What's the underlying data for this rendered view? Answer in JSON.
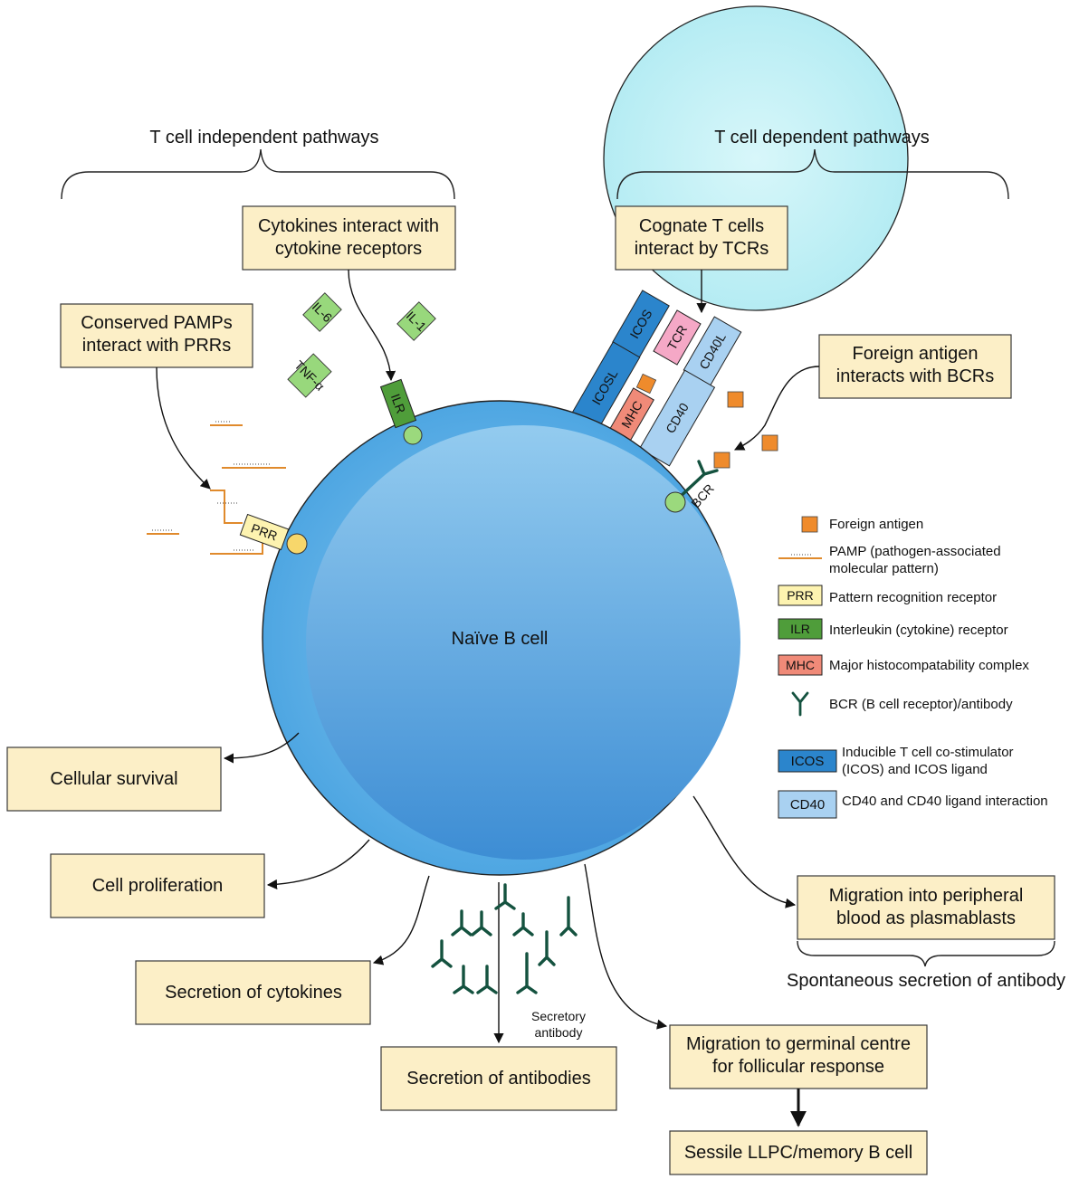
{
  "headers": {
    "independent": "T cell independent pathways",
    "dependent": "T cell dependent pathways"
  },
  "boxes": {
    "cytokines": [
      "Cytokines interact with",
      "cytokine receptors"
    ],
    "cognate": [
      "Cognate T cells",
      "interact by TCRs"
    ],
    "pamps": [
      "Conserved PAMPs",
      "interact with PRRs"
    ],
    "foreign": [
      "Foreign antigen",
      "interacts with BCRs"
    ],
    "survival": "Cellular survival",
    "proliferation": "Cell proliferation",
    "cytokine_secretion": "Secretion of cytokines",
    "antibody_secretion": "Secretion of antibodies",
    "migration_blood": [
      "Migration into peripheral",
      "blood as plasmablasts"
    ],
    "germinal": [
      "Migration to germinal centre",
      "for follicular response"
    ],
    "llpc": "Sessile LLPC/memory B cell"
  },
  "labels": {
    "b_cell": "Naïve B cell",
    "spontaneous": "Spontaneous secretion of antibody",
    "secretory": [
      "Secretory",
      "antibody"
    ]
  },
  "receptors": {
    "icos": "ICOS",
    "tcr": "TCR",
    "cd40l": "CD40L",
    "icosl": "ICOSL",
    "mhc": "MHC",
    "cd40": "CD40",
    "ilr": "ILR",
    "prr": "PRR",
    "bcr": "BCR"
  },
  "cytokines": {
    "il6": "IL-6",
    "il1": "IL-1",
    "tnf": "TNF-α"
  },
  "legend": [
    {
      "swatch": "square",
      "text": [
        "Foreign antigen"
      ]
    },
    {
      "swatch": "pamp",
      "text": [
        "PAMP (pathogen-associated",
        "molecular pattern)"
      ]
    },
    {
      "swatch": "PRR",
      "text": [
        "Pattern recognition receptor"
      ]
    },
    {
      "swatch": "ILR",
      "text": [
        "Interleukin (cytokine) receptor"
      ]
    },
    {
      "swatch": "MHC",
      "text": [
        "Major histocompatability complex"
      ]
    },
    {
      "swatch": "antibody",
      "text": [
        "BCR (B cell receptor)/antibody"
      ]
    },
    {
      "swatch": "ICOS",
      "text": [
        "Inducible T cell co-stimulator",
        "(ICOS) and ICOS ligand"
      ]
    },
    {
      "swatch": "CD40",
      "text": [
        "CD40 and CD40 ligand interaction"
      ]
    }
  ],
  "colors": {
    "box_fill": "#fcefc7",
    "antigen": "#ef8b2c",
    "prr": "#fdf3b0",
    "ilr": "#4f9d3a",
    "cytokine": "#98d87c",
    "mhc": "#f08a78",
    "tcr": "#f5a8c6",
    "icos": "#2b85cc",
    "cd40": "#a9d1f1",
    "antibody": "#14523f",
    "t_cell": "#c6f1f6",
    "b_cell_outer": "#63b1e6",
    "b_cell_inner": "#3c8fd6"
  }
}
